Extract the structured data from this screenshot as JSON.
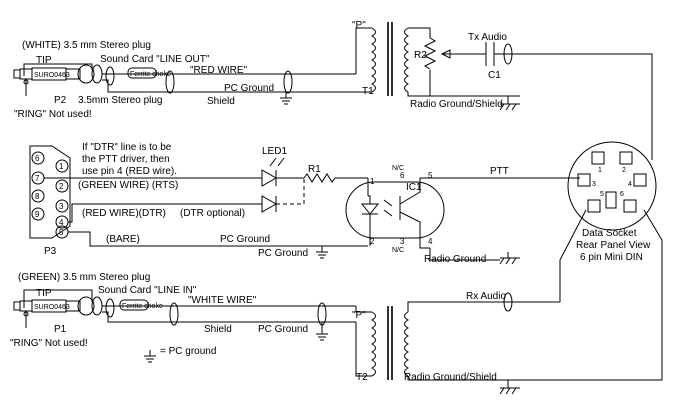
{
  "plug_top": {
    "title": "(WHITE) 3.5 mm Stereo plug",
    "tip": "TIP",
    "label": "P2",
    "ring_note": "\"RING\" Not used!",
    "plug_text": "3.5mm Stereo plug",
    "soundcard": "Sound Card \"LINE OUT\"",
    "wire": "\"RED WIRE\"",
    "shield": "Shield",
    "pc_ground": "PC Ground",
    "body_text": "SURO0463",
    "ferrite": "Ferrite choke"
  },
  "plug_bottom": {
    "title": "(GREEN) 3.5 mm Stereo plug",
    "tip": "TIP",
    "label": "P1",
    "ring_note": "\"RING\" Not used!",
    "soundcard": "Sound Card \"LINE IN\"",
    "wire": "\"WHITE WIRE\"",
    "shield": "Shield",
    "pc_ground": "PC Ground",
    "legend": "= PC ground",
    "body_text": "SURO0463",
    "ferrite": "Ferrite choke"
  },
  "db9": {
    "label": "P3",
    "pins": [
      "6",
      "1",
      "7",
      "2",
      "8",
      "3",
      "9",
      "4",
      "5"
    ],
    "note_lines": [
      "If \"DTR\" line is to be",
      "the PTT driver, then",
      "use pin 4 (RED wire)."
    ],
    "green_wire": "(GREEN WIRE) (RTS)",
    "red_wire": "(RED WIRE)(DTR)",
    "dtr_optional": "(DTR optional)",
    "bare": "(BARE)",
    "pc_ground_1": "PC Ground",
    "pc_ground_2": "PC Ground"
  },
  "transformers": {
    "t1": "T1",
    "t2": "T2",
    "p_top": "\"P\"",
    "p_bottom": "\"P\""
  },
  "components": {
    "r2": "R2",
    "c1": "C1",
    "led1": "LED1",
    "r1": "R1",
    "ic1": "IC1",
    "pin1": "1",
    "pin2": "2",
    "pin3": "3",
    "pin4": "4",
    "pin5": "5",
    "pin6": "6",
    "nc1": "N/C",
    "nc2": "N/C"
  },
  "signals": {
    "tx_audio": "Tx Audio",
    "rx_audio": "Rx Audio",
    "ptt": "PTT",
    "radio_ground": "Radio Ground",
    "radio_ground_shield_top": "Radio Ground/Shield",
    "radio_ground_shield_bottom": "Radio Ground/Shield"
  },
  "din": {
    "line1": "Data Socket",
    "line2": "Rear Panel View",
    "line3": "6 pin Mini DIN",
    "pins": [
      "1",
      "2",
      "3",
      "4",
      "5",
      "6"
    ]
  }
}
